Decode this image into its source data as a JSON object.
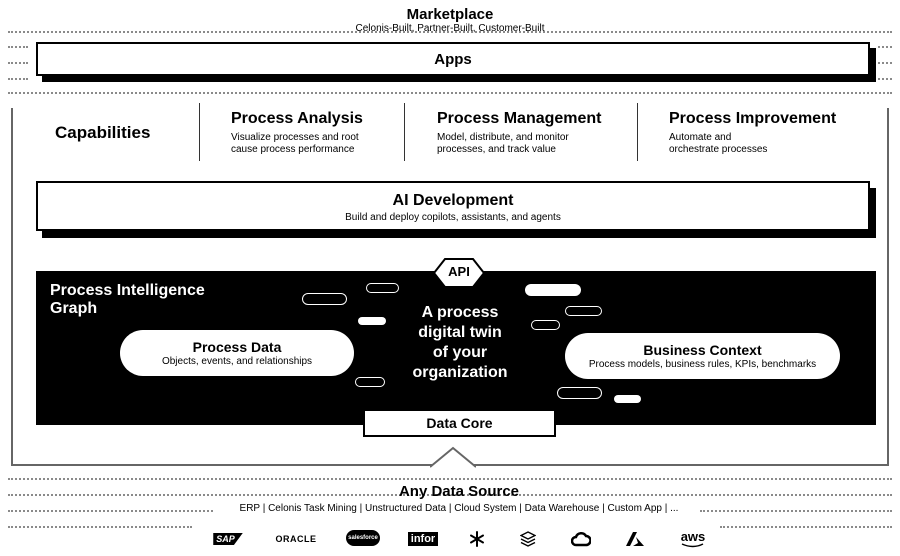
{
  "marketplace": {
    "title": "Marketplace",
    "subtitle": "Celonis-Built, Partner-Built, Customer-Built"
  },
  "apps": {
    "label": "Apps"
  },
  "capabilities": {
    "label": "Capabilities",
    "items": [
      {
        "title": "Process Analysis",
        "desc_line1": "Visualize processes and root",
        "desc_line2": "cause process performance"
      },
      {
        "title": "Process Management",
        "desc_line1": "Model, distribute, and monitor",
        "desc_line2": "processes, and track value"
      },
      {
        "title": "Process Improvement",
        "desc_line1": "Automate and",
        "desc_line2": "orchestrate processes"
      }
    ]
  },
  "ai_development": {
    "title": "AI Development",
    "subtitle": "Build and deploy copilots, assistants, and agents"
  },
  "api": {
    "label": "API"
  },
  "pig": {
    "title_line1": "Process Intelligence",
    "title_line2": "Graph",
    "center_line1": "A process",
    "center_line2": "digital twin",
    "center_line3": "of your",
    "center_line4": "organization",
    "process_data": {
      "title": "Process Data",
      "subtitle": "Objects, events, and relationships"
    },
    "business_context": {
      "title": "Business Context",
      "subtitle": "Process models, business rules, KPIs, benchmarks"
    }
  },
  "data_core": {
    "label": "Data Core"
  },
  "data_source": {
    "title": "Any Data Source",
    "subtitle": "ERP | Celonis Task Mining | Unstructured Data | Cloud System | Data Warehouse | Custom App | ..."
  },
  "logos": {
    "sap": "SAP",
    "oracle": "ORACLE",
    "salesforce": "salesforce",
    "infor": "infor",
    "aws": "aws",
    "icons": [
      "snowflake-icon",
      "database-stack-icon",
      "google-cloud-icon",
      "azure-icon"
    ]
  },
  "colors": {
    "ink": "#000000",
    "paper": "#ffffff",
    "dots": "#8a8a8a"
  }
}
